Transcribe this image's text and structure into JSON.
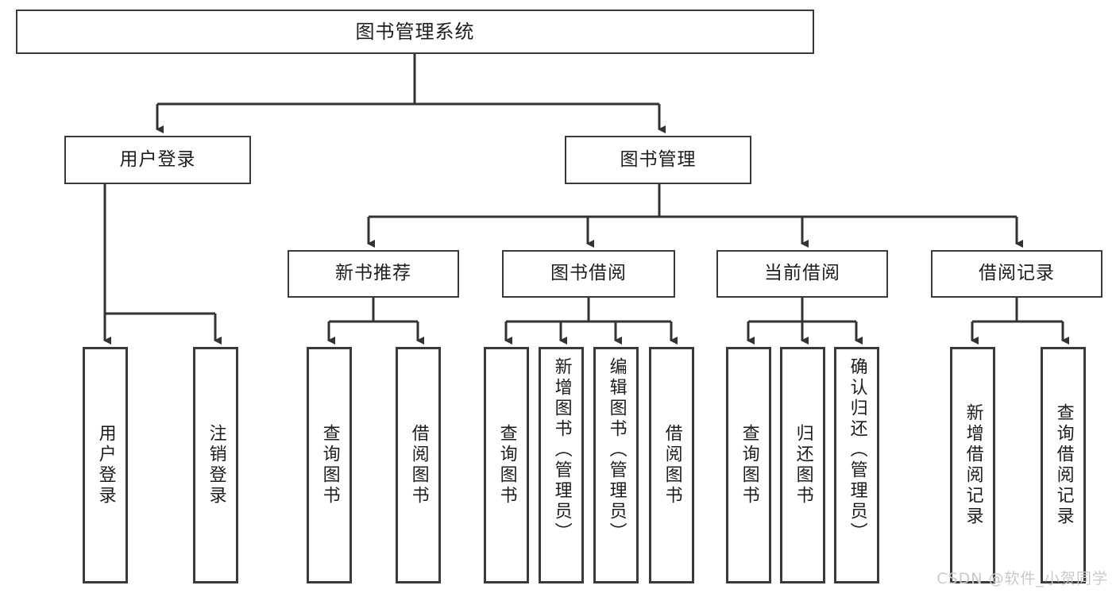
{
  "diagram": {
    "title": "图书管理系统",
    "type": "tree",
    "root": {
      "label": "图书管理系统"
    },
    "level2": [
      {
        "label": "用户登录"
      },
      {
        "label": "图书管理"
      }
    ],
    "level3": [
      {
        "label": "新书推荐"
      },
      {
        "label": "图书借阅"
      },
      {
        "label": "当前借阅"
      },
      {
        "label": "借阅记录"
      }
    ],
    "leaves": [
      {
        "label": "用户登录",
        "parent": "用户登录"
      },
      {
        "label": "注销登录",
        "parent": "用户登录"
      },
      {
        "label": "查询图书",
        "parent": "新书推荐"
      },
      {
        "label": "借阅图书",
        "parent": "新书推荐"
      },
      {
        "label": "查询图书",
        "parent": "图书借阅"
      },
      {
        "label": "新增图书（管理员）",
        "parent": "图书借阅"
      },
      {
        "label": "编辑图书（管理员）",
        "parent": "图书借阅"
      },
      {
        "label": "借阅图书",
        "parent": "图书借阅"
      },
      {
        "label": "查询图书",
        "parent": "当前借阅"
      },
      {
        "label": "归还图书",
        "parent": "当前借阅"
      },
      {
        "label": "确认归还（管理员）",
        "parent": "当前借阅"
      },
      {
        "label": "新增借阅记录",
        "parent": "借阅记录"
      },
      {
        "label": "查询借阅记录",
        "parent": "借阅记录"
      }
    ]
  },
  "watermark": {
    "text": "CSDN @软件_小贺同学"
  },
  "colors": {
    "box_border": "#3a3a3a",
    "line": "#333333",
    "text": "#1d1d1d",
    "background": "#ffffff",
    "watermark": "#c9c9c9"
  }
}
